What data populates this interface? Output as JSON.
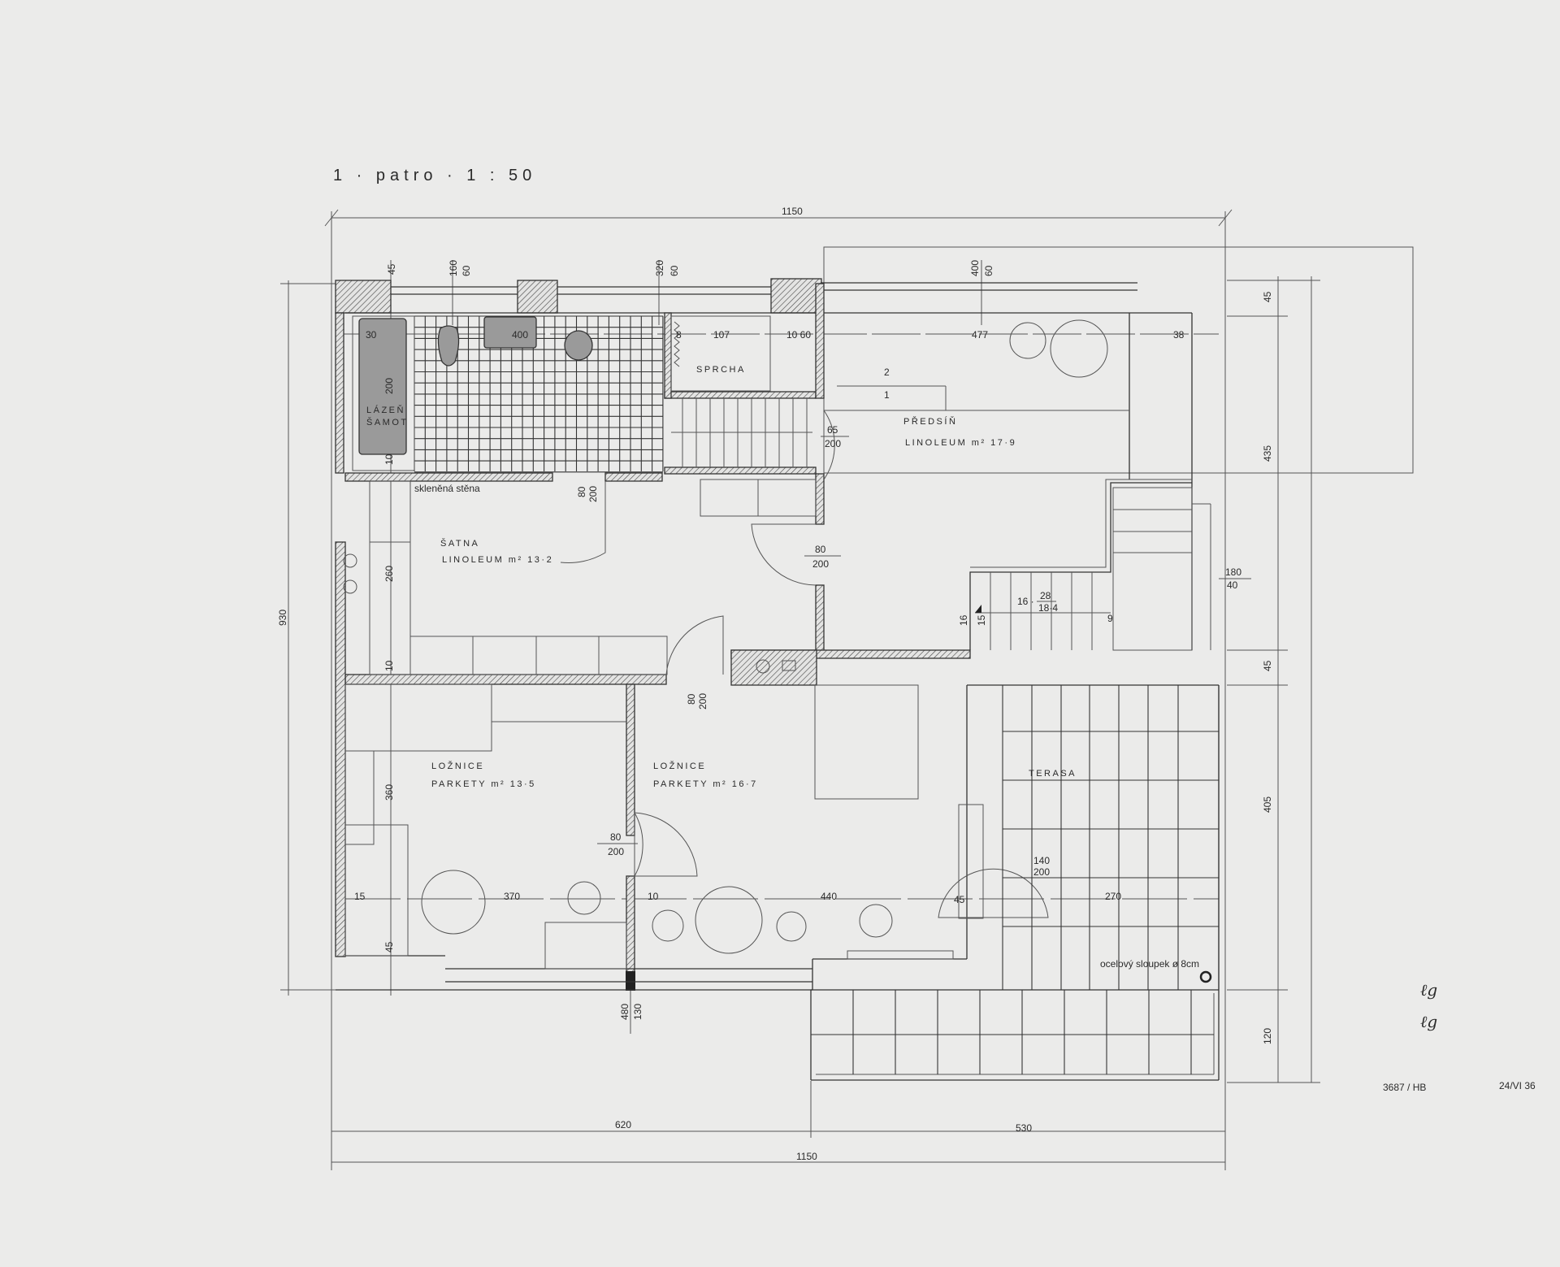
{
  "title": "1 · patro · 1 : 50",
  "rooms": {
    "bath": {
      "name": "LÁZEŇ",
      "sub": "ŠAMOT"
    },
    "shower": "SPRCHA",
    "hall": {
      "name": "PŘEDSÍŇ",
      "floor": "LINOLEUM m² 17·9"
    },
    "wardrobe": {
      "name": "ŠATNA",
      "floor": "LINOLEUM m² 13·2"
    },
    "bedroom_left": {
      "name": "LOŽNICE",
      "floor": "PARKETY m² 13·5"
    },
    "bedroom_right": {
      "name": "LOŽNICE",
      "floor": "PARKETY m² 16·7"
    },
    "terrace": "TERASA"
  },
  "notes": {
    "glass_wall": "skleněná stěna",
    "column": "ocelový sloupek ø 8cm",
    "step_2": "2",
    "step_1": "1"
  },
  "dimensions": {
    "top_total": "1150",
    "bottom_total": "1150",
    "bottom_left": "620",
    "bottom_right": "530",
    "left_total": "930",
    "left_45_top": "45",
    "left_200": "200",
    "left_10_a": "10",
    "left_260": "260",
    "left_10_b": "10",
    "left_360": "360",
    "left_45_bottom": "45",
    "right_45_top": "45",
    "right_435": "435",
    "right_45_mid": "45",
    "right_405": "405",
    "right_120": "120",
    "win1_w": "160",
    "win1_h": "60",
    "win2_w": "320",
    "win2_h": "60",
    "win3_w": "400",
    "win3_h": "60",
    "win4_w": "480",
    "win4_h": "130",
    "row1_30": "30",
    "row1_400": "400",
    "row1_8": "8",
    "row1_107": "107",
    "row1_10_60": "10 60",
    "row1_477": "477",
    "row1_38": "38",
    "row2_15": "15",
    "row2_370": "370",
    "row2_10": "10",
    "row2_440": "440",
    "row2_45": "45",
    "row2_270": "270",
    "door_hall_w": "65",
    "door_hall_h": "200",
    "door_bath_w": "80",
    "door_bath_h": "200",
    "door_ward_w": "80",
    "door_ward_h": "200",
    "door_bed2_w": "80",
    "door_bed2_h": "200",
    "door_bed1_w": "80",
    "door_bed1_h": "200",
    "door_terr_w": "140",
    "door_terr_h": "200",
    "rail_w": "180",
    "rail_h": "40"
  },
  "stairs": {
    "count": "16 ·",
    "tread": "28",
    "riser": "18·4",
    "step_16": "16",
    "step_15": "15",
    "step_9": "9"
  },
  "footer": {
    "drawing_no": "3687 / HB",
    "date": "24/VI 36",
    "initials": [
      "ℓg",
      "ℓg"
    ]
  },
  "colors": {
    "paper": "#ebebea",
    "ink": "#2a2a2a",
    "fixture": "#9a9a9a"
  }
}
